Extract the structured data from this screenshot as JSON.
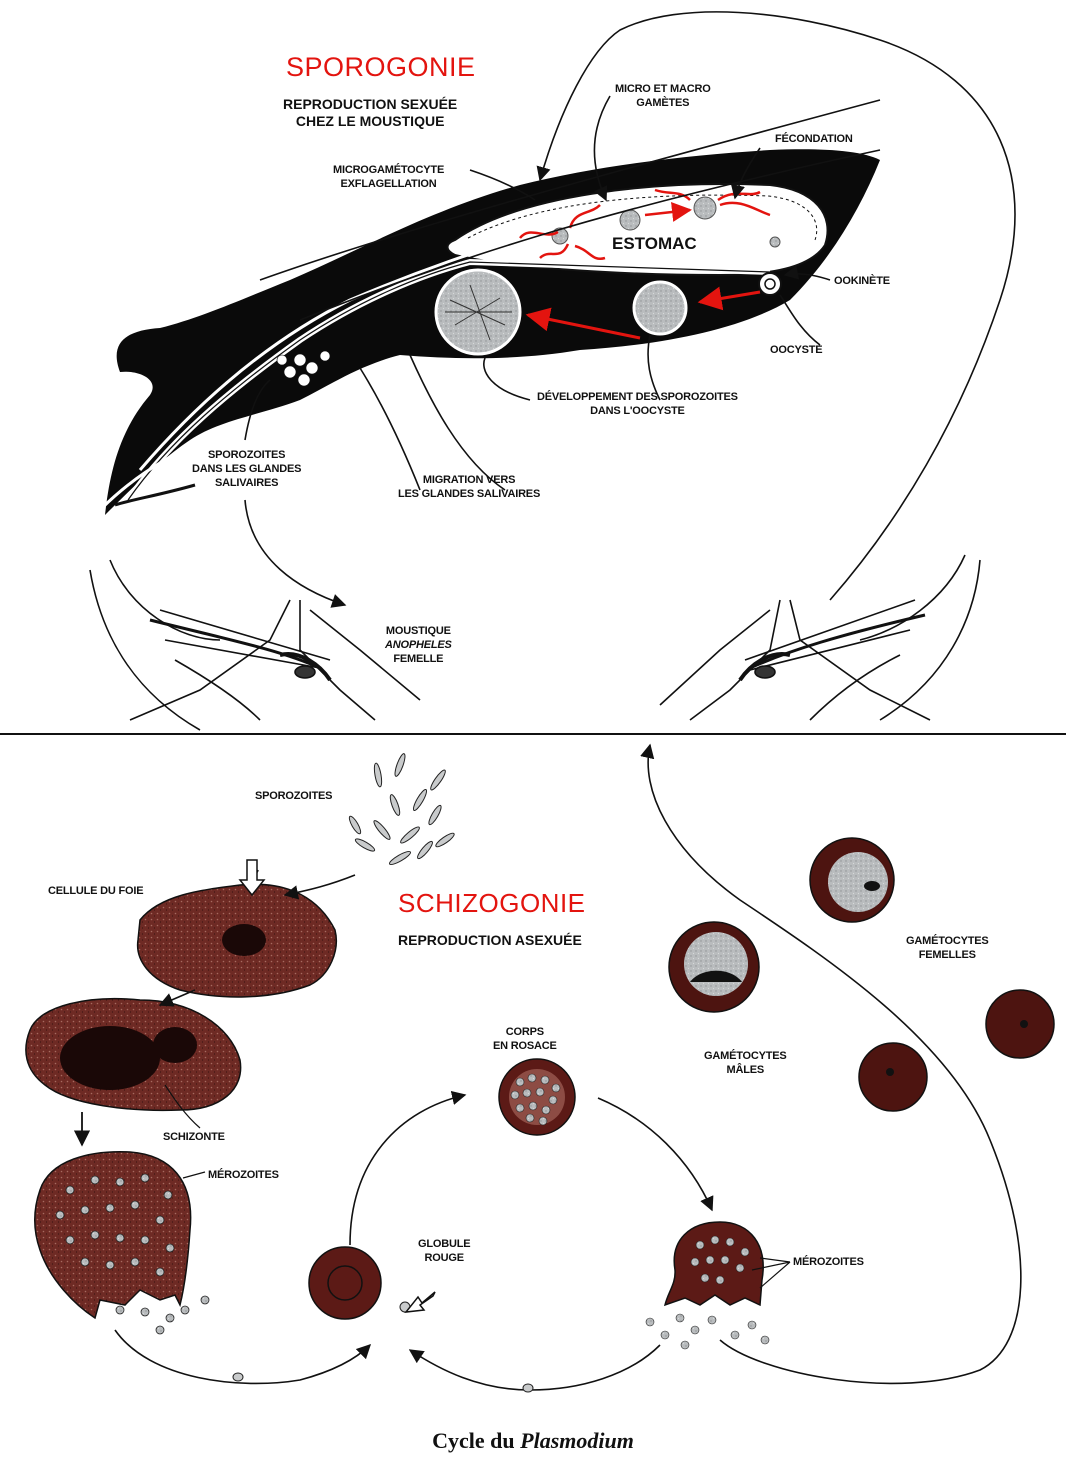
{
  "sporogonie": {
    "title": "SPOROGONIE",
    "subtitle": [
      "REPRODUCTION SEXUÉE",
      "CHEZ LE MOUSTIQUE"
    ]
  },
  "schizogonie": {
    "title": "SCHIZOGONIE",
    "subtitle": "REPRODUCTION ASEXUÉE"
  },
  "labels": {
    "micro_macro": [
      "MICRO ET MACRO",
      "GAMÈTES"
    ],
    "fecondation": "FÉCONDATION",
    "microgametocyte": [
      "MICROGAMÉTOCYTE",
      "EXFLAGELLATION"
    ],
    "estomac": "ESTOMAC",
    "ookinete": "OOKINÈTE",
    "oocyste": "OOCYSTE",
    "developpement": [
      "DÉVELOPPEMENT DES SPOROZOITES",
      "DANS L'OOCYSTE"
    ],
    "sporozoites_glandes": [
      "SPOROZOITES",
      "DANS LES GLANDES",
      "SALIVAIRES"
    ],
    "migration": [
      "MIGRATION VERS",
      "LES GLANDES SALIVAIRES"
    ],
    "moustique": [
      "MOUSTIQUE",
      "ANOPHELES",
      "FEMELLE"
    ],
    "sporozoites": "SPOROZOITES",
    "cellule_foie": "CELLULE DU FOIE",
    "schizonte": "SCHIZONTE",
    "merozoites_left": "MÉROZOITES",
    "merozoites_right": "MÉROZOITES",
    "corps_rosace": [
      "CORPS",
      "EN ROSACE"
    ],
    "globule_rouge": [
      "GLOBULE",
      "ROUGE"
    ],
    "gametocytes_femelles": [
      "GAMÉTOCYTES",
      "FEMELLES"
    ],
    "gametocytes_males": [
      "GAMÉTOCYTES",
      "MÂLES"
    ]
  },
  "caption": {
    "prefix": "Cycle du ",
    "italic": "Plasmodium"
  },
  "colors": {
    "accent_red": "#e3140f",
    "cell_brown": "#6e2a24",
    "dark_cell": "#3a1210",
    "ink": "#111111",
    "grey_cyto": "#b9bcbe"
  }
}
